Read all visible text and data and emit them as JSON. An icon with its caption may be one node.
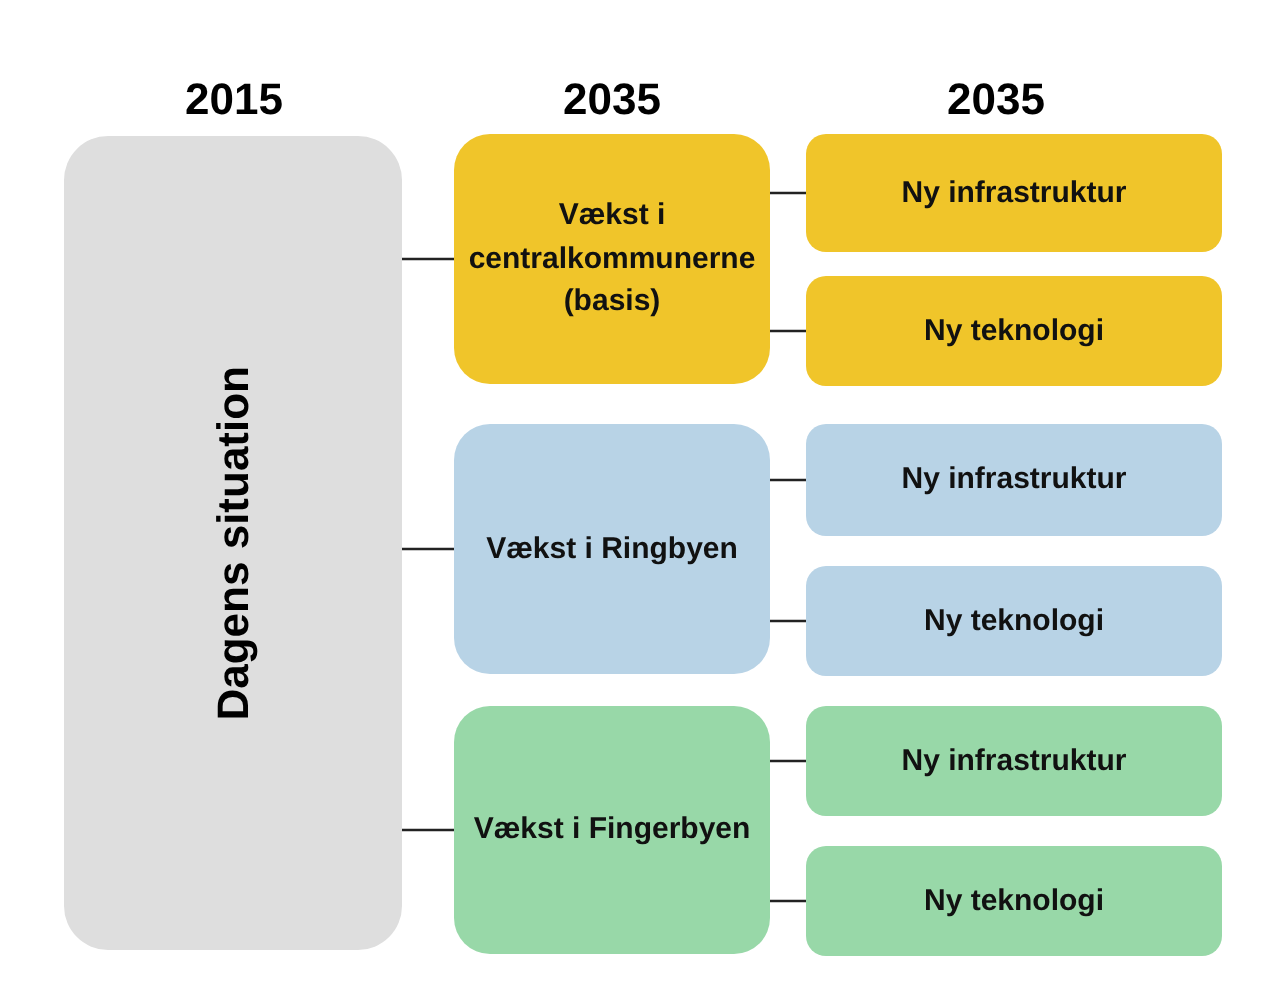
{
  "diagram": {
    "nodes": [
      {
        "text": [
          "Dagens situation"
        ]
      },
      {
        "text": [
          "Vækst i centralkommunerne (basis)"
        ]
      },
      {
        "text": [
          "Ny infrastruktur"
        ]
      },
      {
        "text": [
          "Ny teknologi"
        ]
      },
      {
        "text": [
          "Vækst i Ringbyen"
        ]
      },
      {
        "text": [
          "Ny infrastruktur"
        ]
      },
      {
        "text": [
          "Ny teknologi"
        ]
      },
      {
        "text": [
          "Vækst i Fingerbyen"
        ]
      },
      {
        "text": [
          "Ny infrastruktur"
        ]
      },
      {
        "text": [
          "Ny teknologi"
        ]
      }
    ],
    "edges": [
      {
        "from": 0,
        "to": 1,
        "arrow": "none"
      },
      {
        "from": 0,
        "to": 4,
        "arrow": "none"
      },
      {
        "from": 0,
        "to": 7,
        "arrow": "none"
      },
      {
        "from": 1,
        "to": 2,
        "arrow": "none"
      },
      {
        "from": 1,
        "to": 3,
        "arrow": "none"
      },
      {
        "from": 4,
        "to": 5,
        "arrow": "none"
      },
      {
        "from": 4,
        "to": 6,
        "arrow": "none"
      },
      {
        "from": 7,
        "to": 8,
        "arrow": "none"
      },
      {
        "from": 7,
        "to": 9,
        "arrow": "none"
      }
    ],
    "labels": [
      "2015",
      "2035",
      "2035"
    ]
  }
}
